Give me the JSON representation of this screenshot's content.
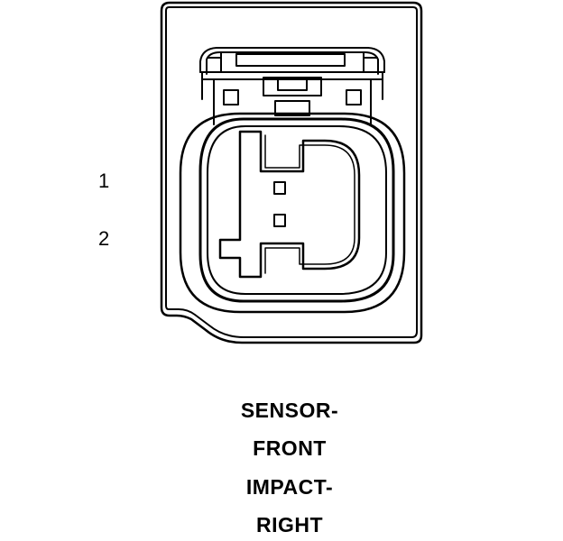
{
  "pin_labels": [
    "1",
    "2"
  ],
  "caption_lines": [
    "SENSOR-",
    "FRONT",
    "IMPACT-",
    "RIGHT"
  ],
  "colors": {
    "line": "#000000",
    "background": "#ffffff"
  }
}
